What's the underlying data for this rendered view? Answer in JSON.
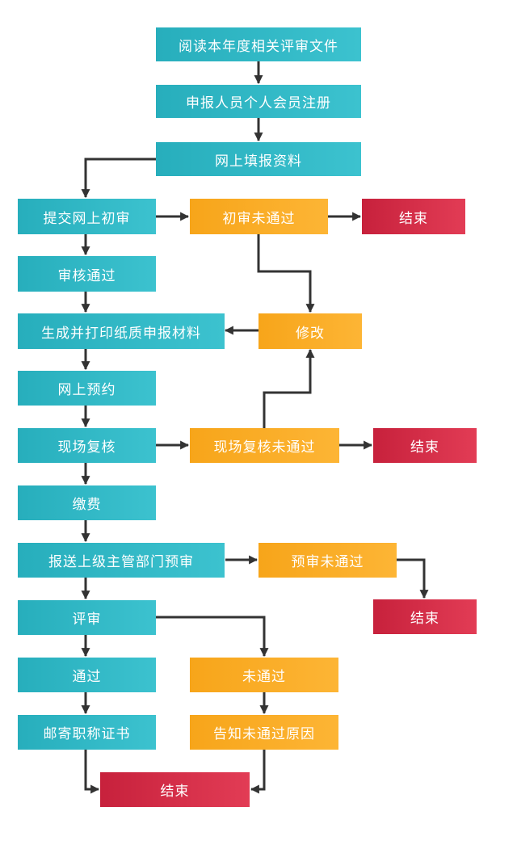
{
  "colors": {
    "teal": "#2fb8c6",
    "orange": "#fbac2a",
    "red": "#d72e48",
    "arrow": "#333333"
  },
  "nodes": {
    "read_docs": "阅读本年度相关评审文件",
    "register": "申报人员个人会员注册",
    "fill_info": "网上填报资料",
    "submit_initial": "提交网上初审",
    "initial_fail": "初审未通过",
    "end_1": "结束",
    "review_pass": "审核通过",
    "print_materials": "生成并打印纸质申报材料",
    "modify": "修改",
    "online_booking": "网上预约",
    "onsite_recheck": "现场复核",
    "recheck_fail": "现场复核未通过",
    "end_2": "结束",
    "pay_fee": "缴费",
    "submit_superior": "报送上级主管部门预审",
    "prereview_fail": "预审未通过",
    "end_3": "结束",
    "evaluation": "评审",
    "pass": "通过",
    "fail": "未通过",
    "mail_certificate": "邮寄职称证书",
    "notify_reason": "告知未通过原因",
    "end_final": "结束"
  }
}
